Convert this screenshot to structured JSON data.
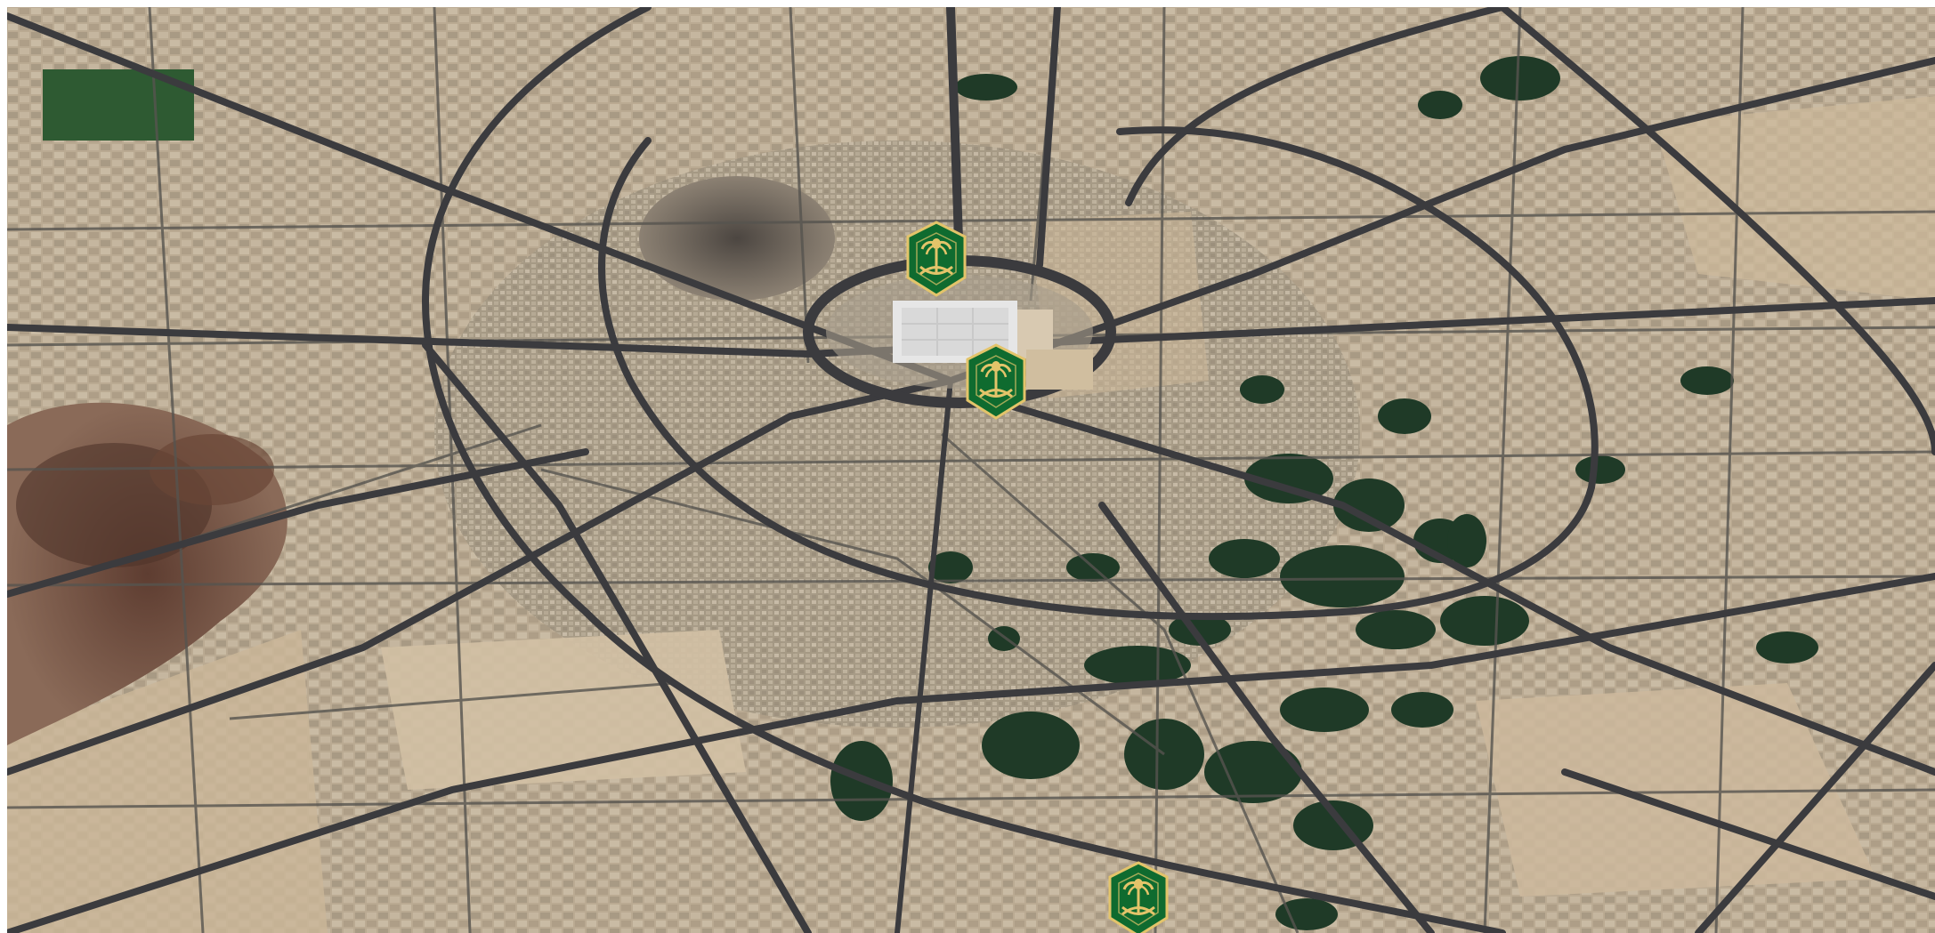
{
  "map": {
    "type": "satellite",
    "colors": {
      "ground": "#c8b59a",
      "urban": "#b3a58f",
      "road": "#3b3b3e",
      "road_minor": "#56544f",
      "vegetation": "#1f3a27",
      "hills": "#6b4a3a",
      "hill_dark": "#5a4f49",
      "mosque_roof": "#e6e6e6",
      "marker_fill": "#0f6b2f",
      "marker_border": "#e3c46a",
      "marker_emblem": "#e3c46a"
    }
  },
  "markers": [
    {
      "id": "marker-1",
      "icon": "saudi-emblem-icon"
    },
    {
      "id": "marker-2",
      "icon": "saudi-emblem-icon"
    },
    {
      "id": "marker-3",
      "icon": "saudi-emblem-icon"
    }
  ]
}
